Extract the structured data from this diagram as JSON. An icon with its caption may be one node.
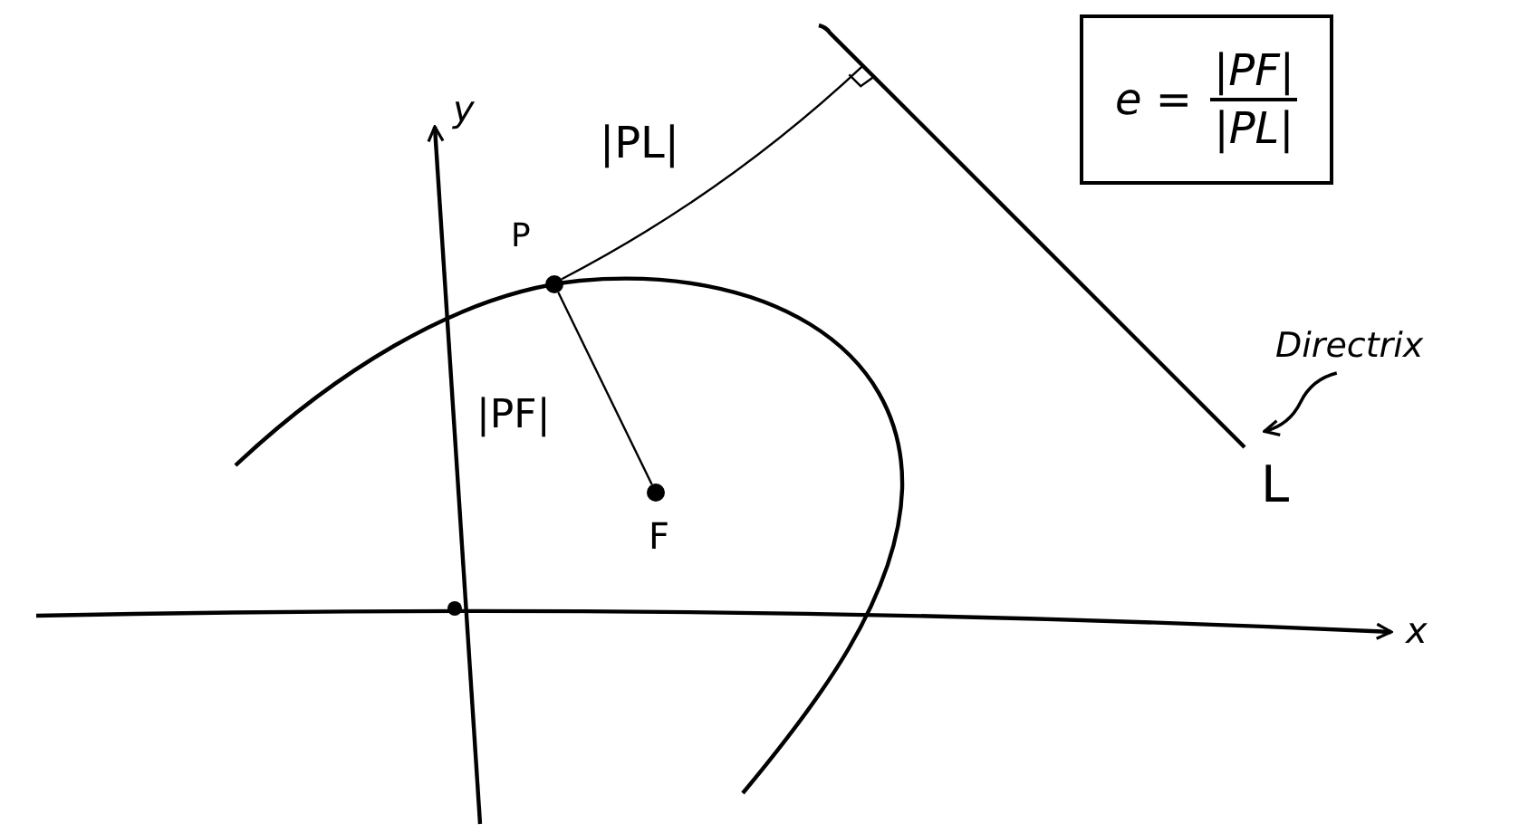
{
  "diagram": {
    "nodes": [
      {
        "text": [
          "P"
        ]
      },
      {
        "text": [
          "F"
        ]
      },
      {
        "text": [
          "L"
        ]
      },
      {
        "text": [
          "Directrix"
        ]
      },
      {
        "text": [
          "e =",
          "|PF|",
          "|PL|"
        ]
      }
    ],
    "edges": [
      {
        "from": 0,
        "to": 1,
        "arrow": "none",
        "label": "|PF|"
      },
      {
        "from": 0,
        "to": 2,
        "arrow": "none",
        "label": "|PL|"
      },
      {
        "from": 3,
        "to": 2,
        "arrow": "to"
      }
    ],
    "labels": [
      "y",
      "x"
    ]
  }
}
